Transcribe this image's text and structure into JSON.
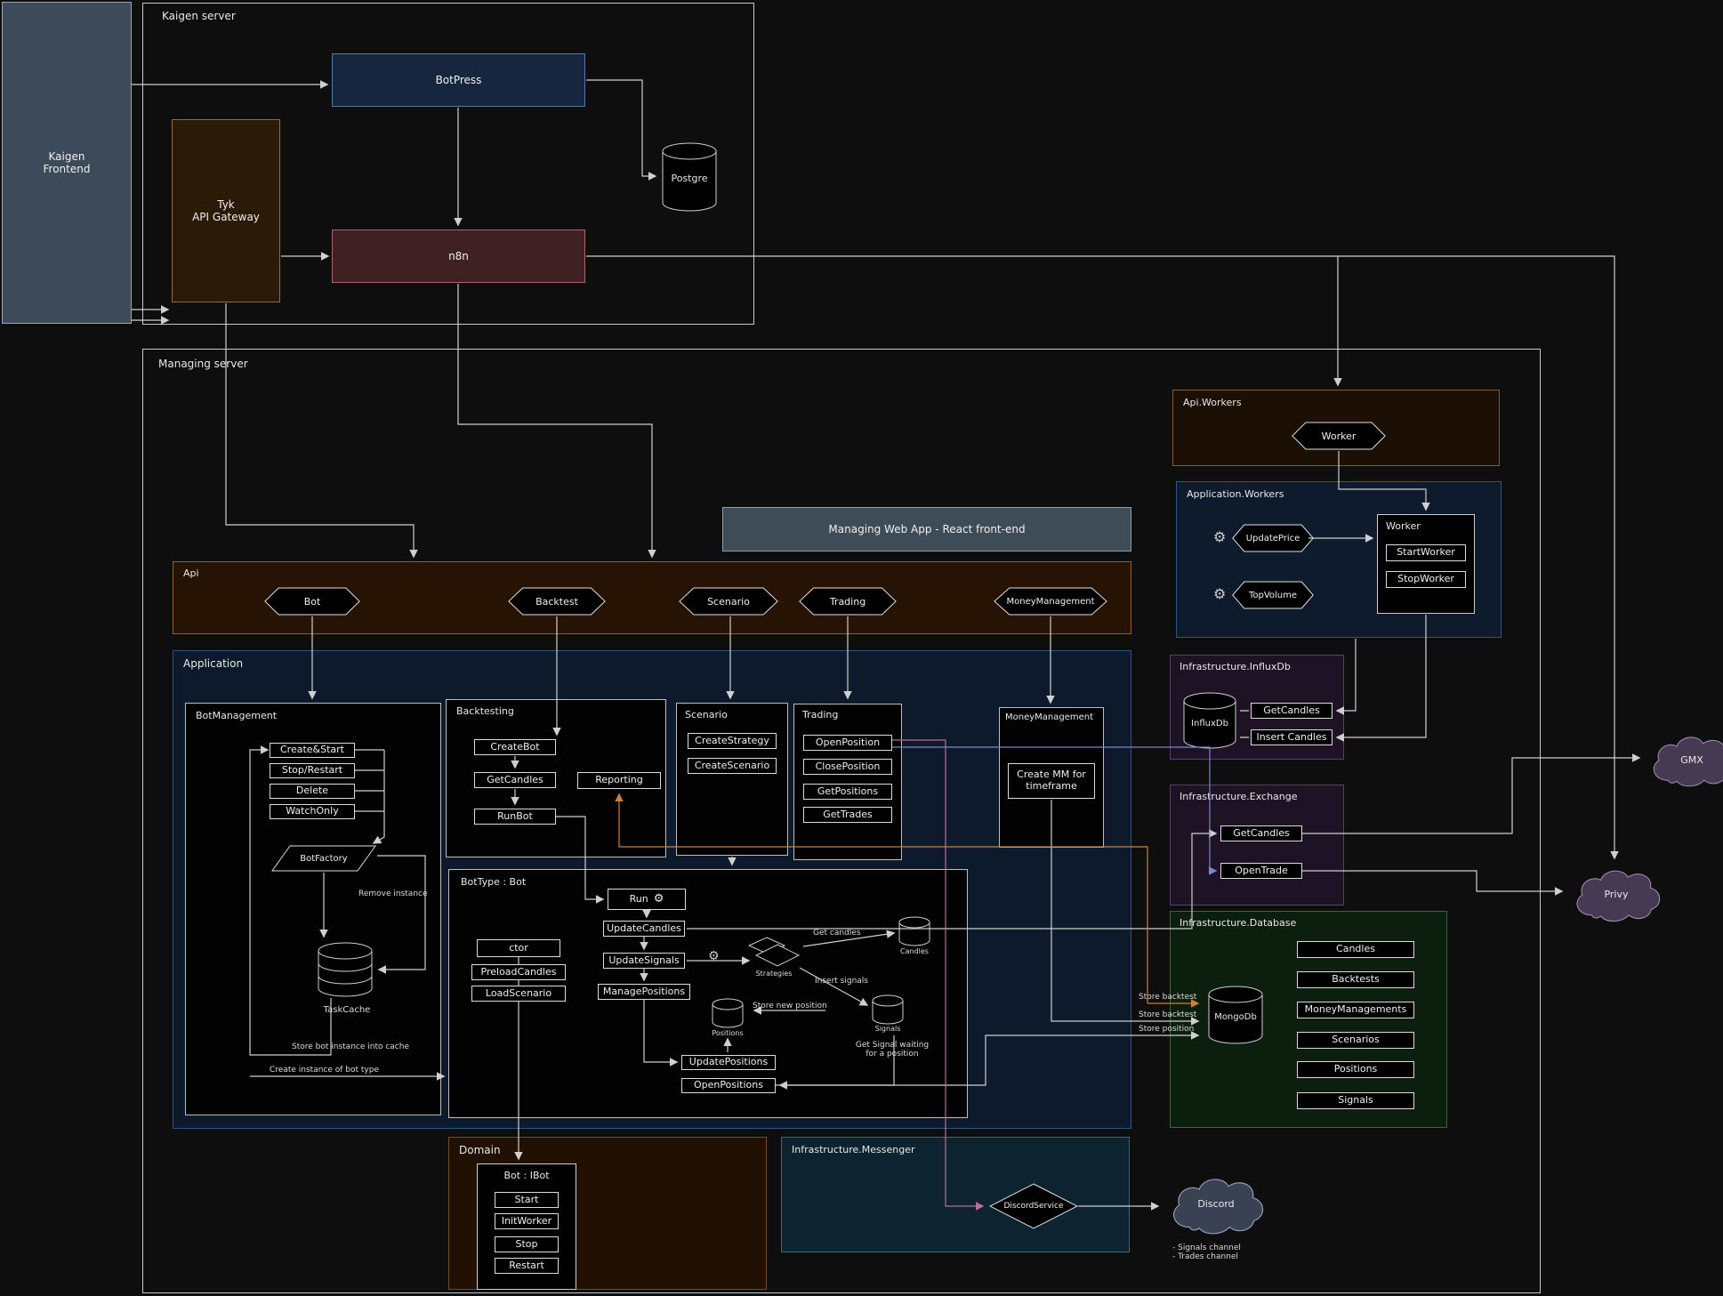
{
  "colors": {
    "wire": "#cfcfcf",
    "store_backtest": "#d08033",
    "signal_flow": "#c06a9a",
    "trade_flow": "#7a86c8"
  },
  "icons": {
    "gear": "⚙"
  },
  "kaigen_frontend": {
    "label": "Kaigen\nFrontend"
  },
  "kaigen_server": {
    "title": "Kaigen server",
    "botpress": "BotPress",
    "tyk": "Tyk\nAPI Gateway",
    "n8n": "n8n",
    "postgre": "Postgre"
  },
  "managing": {
    "title": "Managing server",
    "web_app": "Managing Web App - React front-end",
    "api_workers": {
      "title": "Api.Workers",
      "worker": "Worker"
    },
    "app_workers": {
      "title": "Application.Workers",
      "update_price": "UpdatePrice",
      "top_volume": "TopVolume",
      "worker_title": "Worker",
      "start_worker": "StartWorker",
      "stop_worker": "StopWorker"
    },
    "api": {
      "title": "Api",
      "endpoints": [
        "Bot",
        "Backtest",
        "Scenario",
        "Trading",
        "MoneyManagement"
      ]
    },
    "application": {
      "title": "Application",
      "bot_management": {
        "title": "BotManagement",
        "actions": [
          "Create&Start",
          "Stop/Restart",
          "Delete",
          "WatchOnly"
        ],
        "bot_factory": "BotFactory",
        "task_cache": "TaskCache",
        "remove_instance": "Remove instance",
        "store_instance": "Store bot instance into cache",
        "create_instance": "Create instance of bot type"
      },
      "backtesting": {
        "title": "Backtesting",
        "create_bot": "CreateBot",
        "get_candles": "GetCandles",
        "run_bot": "RunBot",
        "reporting": "Reporting"
      },
      "scenario": {
        "title": "Scenario",
        "create_strategy": "CreateStrategy",
        "create_scenario": "CreateScenario"
      },
      "trading": {
        "title": "Trading",
        "open_position": "OpenPosition",
        "close_position": "ClosePosition",
        "get_positions": "GetPositions",
        "get_trades": "GetTrades"
      },
      "money_management": {
        "title": "MoneyManagement",
        "create_mm": "Create MM for timeframe"
      },
      "bot_type": {
        "title": "BotType : Bot",
        "ctor": "ctor",
        "preload_candles": "PreloadCandles",
        "load_scenario": "LoadScenario",
        "run": "Run",
        "update_candles": "UpdateCandles",
        "update_signals": "UpdateSignals",
        "manage_positions": "ManagePositions",
        "update_positions": "UpdatePositions",
        "open_positions": "OpenPositions",
        "strategies": "Strategies",
        "db_candles": "Candles",
        "db_positions": "Positions",
        "db_signals": "Signals",
        "get_candles_label": "Get candles",
        "insert_signals_label": "Insert signals",
        "store_new_position_label": "Store new position",
        "get_signal_label": "Get Signal waiting\nfor a position"
      }
    },
    "domain": {
      "title": "Domain",
      "bot_ibot": "Bot : IBot",
      "methods": [
        "Start",
        "InitWorker",
        "Stop",
        "Restart"
      ]
    },
    "messenger": {
      "title": "Infrastructure.Messenger",
      "discord_service": "DiscordService"
    },
    "influxdb": {
      "title": "Infrastructure.InfluxDb",
      "db": "InfluxDb",
      "get_candles": "GetCandles",
      "insert_candles": "Insert Candles"
    },
    "exchange": {
      "title": "Infrastructure.Exchange",
      "get_candles": "GetCandles",
      "open_trade": "OpenTrade"
    },
    "database": {
      "title": "Infrastructure.Database",
      "db": "MongoDb",
      "collections": [
        "Candles",
        "Backtests",
        "MoneyManagements",
        "Scenarios",
        "Positions",
        "Signals"
      ]
    },
    "edge_labels": {
      "store_backtest_1": "Store backtest",
      "store_backtest_2": "Store backtest",
      "store_position": "Store position"
    }
  },
  "external": {
    "gmx": "GMX",
    "privy": "Privy",
    "discord": "Discord",
    "discord_channels": "- Signals channel\n- Trades channel"
  }
}
